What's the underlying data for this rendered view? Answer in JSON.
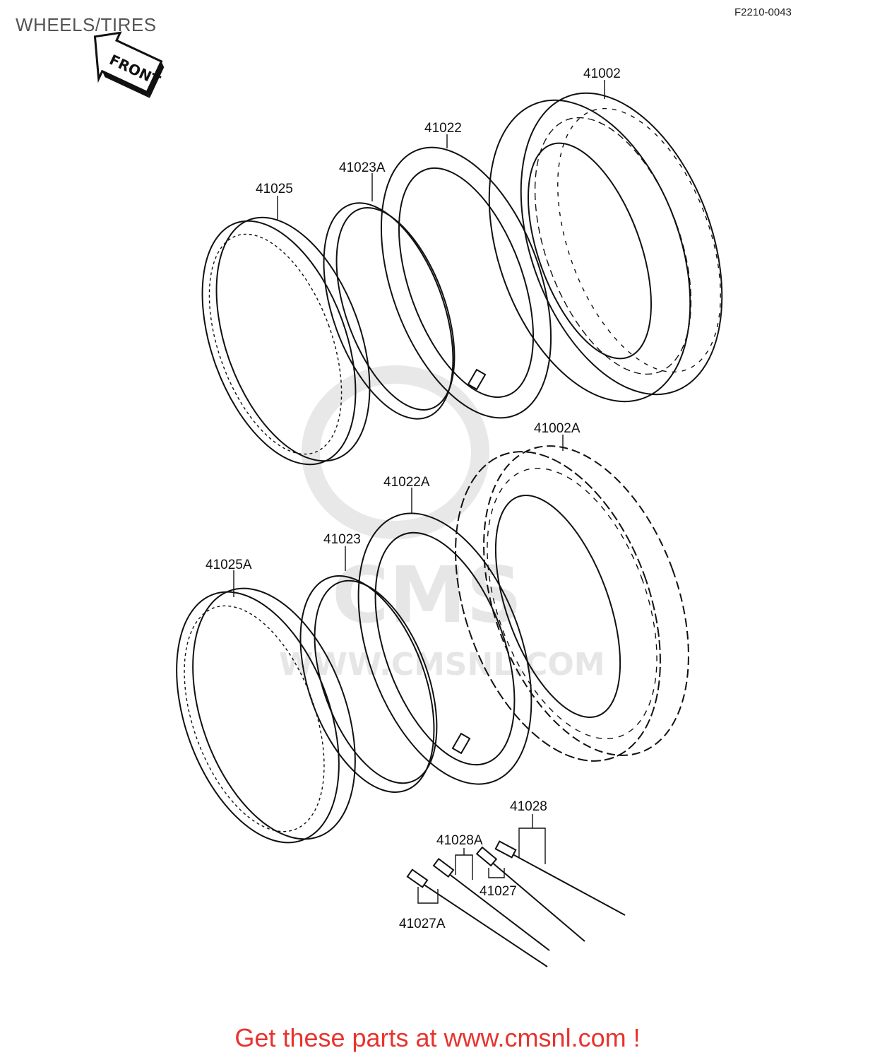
{
  "header": {
    "title": "WHEELS/TIRES",
    "figure_code": "F2210-0043"
  },
  "front_arrow": {
    "label": "FRONT"
  },
  "parts": [
    {
      "id": "p41002",
      "number": "41002"
    },
    {
      "id": "p41022",
      "number": "41022"
    },
    {
      "id": "p41023A",
      "number": "41023A"
    },
    {
      "id": "p41025",
      "number": "41025"
    },
    {
      "id": "p41002A",
      "number": "41002A"
    },
    {
      "id": "p41022A",
      "number": "41022A"
    },
    {
      "id": "p41023",
      "number": "41023"
    },
    {
      "id": "p41025A",
      "number": "41025A"
    },
    {
      "id": "p41028",
      "number": "41028"
    },
    {
      "id": "p41028A",
      "number": "41028A"
    },
    {
      "id": "p41027",
      "number": "41027"
    },
    {
      "id": "p41027A",
      "number": "41027A"
    }
  ],
  "watermark": {
    "brand": "CMS",
    "url": "WWW.CMSNL.COM"
  },
  "footer": {
    "text": "Get these parts at www.cmsnl.com !"
  }
}
